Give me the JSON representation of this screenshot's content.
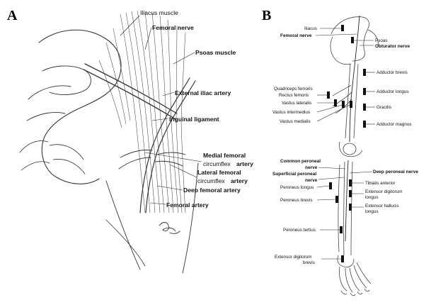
{
  "panel_a": {
    "letter": "A",
    "labels": {
      "iliacus": "Iliacus muscle",
      "femoral_nerve": "Femoral nerve",
      "psoas": "Psoas muscle",
      "ext_iliac": "External iliac artery",
      "inguinal": "Inguinal ligament",
      "medial_fem_1": "Medial femoral",
      "medial_fem_2a": "circumflex",
      "medial_fem_2b": "artery",
      "lateral_fem_1": "Lateral femoral",
      "lateral_fem_2a": "circumflex",
      "lateral_fem_2b": "artery",
      "deep_fem": "Deep femoral artery",
      "femoral_artery": "Femoral artery"
    }
  },
  "panel_b": {
    "letter": "B",
    "labels": {
      "iliacus": "Iliacus",
      "femoral_nerve": "Femoral nerve",
      "psoas": "Psoas",
      "obturator": "Obturator nerve",
      "adductor_brevis": "Adductor brevis",
      "adductor_longus": "Adductor longus",
      "gracilis": "Gracilis",
      "adductor_magnus": "Adductor magnus",
      "quadriceps_1": "Quadriceps femoris",
      "rectus": "Rectus femoris",
      "vastus_lat": "Vastus lateralis",
      "vastus_int": "Vastus intermedius",
      "vastus_med": "Vastus medialis",
      "common_peroneal_1": "Common peroneal",
      "common_peroneal_2": "nerve",
      "superficial_peroneal_1": "Superficial peroneal",
      "superficial_peroneal_2": "nerve",
      "peroneus_longus": "Peroneus longus",
      "peroneus_brevis": "Peroneus brevis",
      "peroneus_tertius": "Peroneus tertius",
      "edb_1": "Extensor digitorum",
      "edb_2": "brevis",
      "deep_peroneal": "Deep peroneal nerve",
      "tibialis_anterior": "Tibialis anterior",
      "edl_1": "Extensor digitorum",
      "edl_2": "longus",
      "ehl_1": "Extensor hallucis",
      "ehl_2": "longus"
    }
  }
}
